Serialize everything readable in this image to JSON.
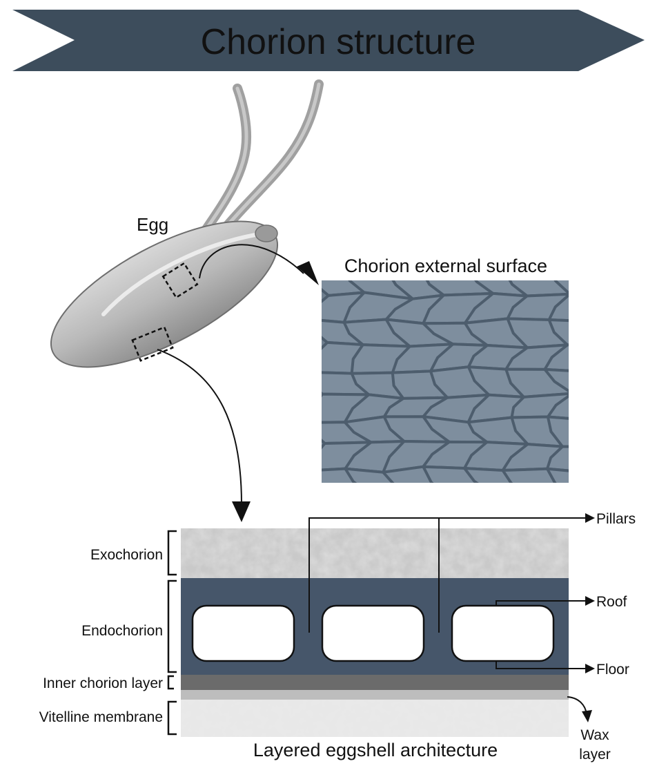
{
  "banner": {
    "title": "Chorion structure",
    "color": "#3d4d5c"
  },
  "egg": {
    "label": "Egg"
  },
  "surface": {
    "title": "Chorion external surface",
    "fill": "#6f7f8f",
    "cell_fill": "#7e8e9e",
    "edge": "#4d5d6d"
  },
  "layers": {
    "exochorion": "Exochorion",
    "endochorion": "Endochorion",
    "inner_chorion": "Inner chorion layer",
    "vitelline": "Vitelline membrane",
    "pillars": "Pillars",
    "roof": "Roof",
    "floor": "Floor",
    "wax_line1": "Wax",
    "wax_line2": "layer",
    "caption": "Layered eggshell architecture",
    "endochorion_color": "#46566a",
    "inner_layer_color": "#6b6b6b"
  }
}
